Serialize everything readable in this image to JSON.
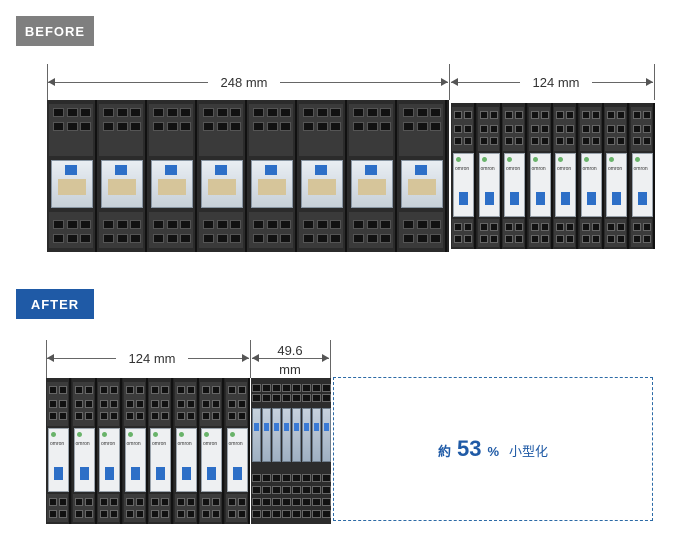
{
  "labels": {
    "before": "BEFORE",
    "after": "AFTER"
  },
  "dimensions": {
    "before_left": "248 mm",
    "before_right": "124 mm",
    "after_left": "124 mm",
    "after_right_line1": "49.6",
    "after_right_line2": "mm"
  },
  "callout": {
    "prefix": "約",
    "value": "53",
    "unit": "%",
    "suffix": "小型化"
  },
  "relay": {
    "brand": "omron"
  },
  "colors": {
    "before_badge": "#7f7f7f",
    "after_badge": "#1f5aa6",
    "accent": "#1f5aa6"
  }
}
